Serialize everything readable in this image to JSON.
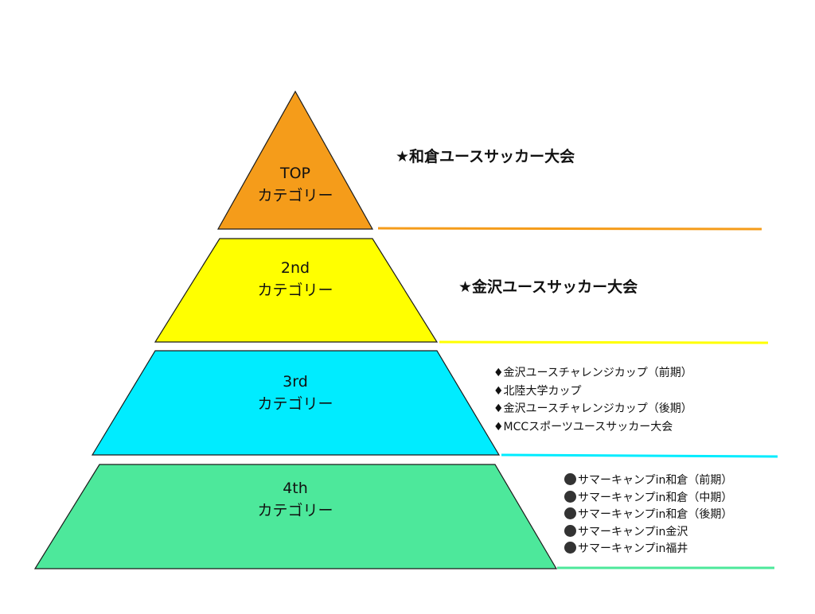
{
  "colors": {
    "top": "#f59c1a",
    "second": "#ffff00",
    "third": "#00ecff",
    "fourth": "#4de89b",
    "outline": "#1a1a1a"
  },
  "tiers": [
    {
      "id": "top",
      "line1": "TOP",
      "line2": "カテゴリー",
      "color": "#f59c1a",
      "events_title": "★和倉ユースサッカー大会"
    },
    {
      "id": "second",
      "line1": "2nd",
      "line2": "カテゴリー",
      "color": "#ffff00",
      "events_title": "★金沢ユースサッカー大会"
    },
    {
      "id": "third",
      "line1": "3rd",
      "line2": "カテゴリー",
      "color": "#00ecff",
      "events": [
        "♦金沢ユースチャレンジカップ（前期）",
        "♦北陸大学カップ",
        "♦金沢ユースチャレンジカップ（後期）",
        "♦MCCスポーツユースサッカー大会"
      ]
    },
    {
      "id": "fourth",
      "line1": "4th",
      "line2": "カテゴリー",
      "color": "#4de89b",
      "events": [
        "サマーキャンプin和倉（前期）",
        "サマーキャンプin和倉（中期）",
        "サマーキャンプin和倉（後期）",
        "サマーキャンプin金沢",
        "サマーキャンプin福井"
      ]
    }
  ]
}
